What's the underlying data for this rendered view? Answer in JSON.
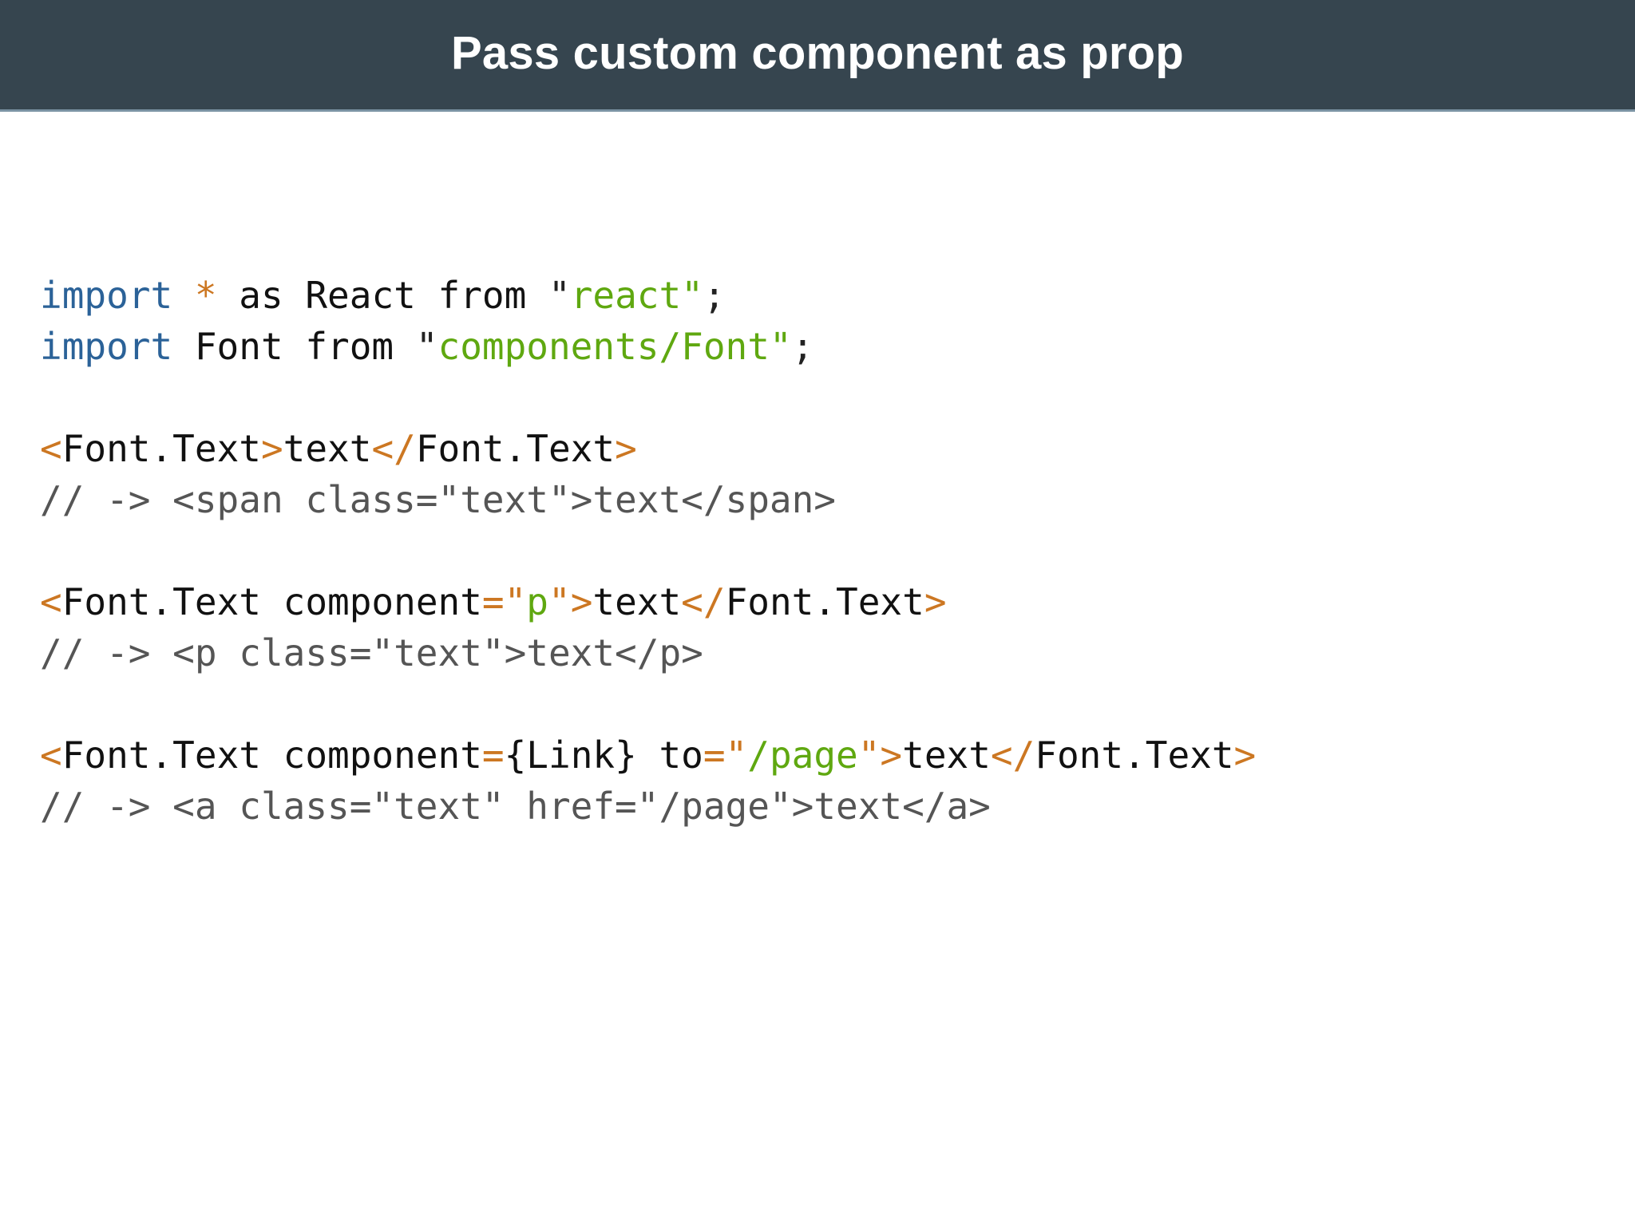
{
  "header": {
    "title": "Pass custom component as prop",
    "background_color": "#36454f",
    "text_color": "#ffffff",
    "border_color": "#7b93a3"
  },
  "palette": {
    "background": "#ffffff",
    "keyword": "#2b6298",
    "operator": "#cc7722",
    "string": "#5fa810",
    "plain": "#111111",
    "comment": "#555555"
  },
  "code": {
    "language": "jsx",
    "lines": [
      {
        "id": "line-import-react",
        "kind": "code",
        "tokens": [
          {
            "text": "import",
            "type": "keyword"
          },
          {
            "text": " ",
            "type": "plain"
          },
          {
            "text": "*",
            "type": "operator"
          },
          {
            "text": " as React from ",
            "type": "plain"
          },
          {
            "text": "\"",
            "type": "punct"
          },
          {
            "text": "react",
            "type": "string"
          },
          {
            "text": "\"",
            "type": "string"
          },
          {
            "text": ";",
            "type": "punct"
          }
        ]
      },
      {
        "id": "line-import-font",
        "kind": "code",
        "tokens": [
          {
            "text": "import",
            "type": "keyword"
          },
          {
            "text": " Font from ",
            "type": "plain"
          },
          {
            "text": "\"",
            "type": "punct"
          },
          {
            "text": "components/Font",
            "type": "string"
          },
          {
            "text": "\"",
            "type": "string"
          },
          {
            "text": ";",
            "type": "punct"
          }
        ]
      },
      {
        "id": "line-blank-1",
        "kind": "blank",
        "tokens": []
      },
      {
        "id": "line-jsx-default",
        "kind": "code",
        "tokens": [
          {
            "text": "<",
            "type": "bracket"
          },
          {
            "text": "Font.Text",
            "type": "plain"
          },
          {
            "text": ">",
            "type": "bracket"
          },
          {
            "text": "text",
            "type": "plain"
          },
          {
            "text": "</",
            "type": "bracket"
          },
          {
            "text": "Font.Text",
            "type": "plain"
          },
          {
            "text": ">",
            "type": "bracket"
          }
        ]
      },
      {
        "id": "line-comment-span",
        "kind": "comment",
        "tokens": [
          {
            "text": "// -> <span class=\"text\">text</span>",
            "type": "comment"
          }
        ]
      },
      {
        "id": "line-blank-2",
        "kind": "blank",
        "tokens": []
      },
      {
        "id": "line-jsx-component-p",
        "kind": "code",
        "tokens": [
          {
            "text": "<",
            "type": "bracket"
          },
          {
            "text": "Font.Text component",
            "type": "plain"
          },
          {
            "text": "=\"",
            "type": "operator"
          },
          {
            "text": "p",
            "type": "string"
          },
          {
            "text": "\">",
            "type": "operator"
          },
          {
            "text": "text",
            "type": "plain"
          },
          {
            "text": "</",
            "type": "bracket"
          },
          {
            "text": "Font.Text",
            "type": "plain"
          },
          {
            "text": ">",
            "type": "bracket"
          }
        ]
      },
      {
        "id": "line-comment-p",
        "kind": "comment",
        "tokens": [
          {
            "text": "// -> <p class=\"text\">text</p>",
            "type": "comment"
          }
        ]
      },
      {
        "id": "line-blank-3",
        "kind": "blank",
        "tokens": []
      },
      {
        "id": "line-jsx-component-link",
        "kind": "code",
        "tokens": [
          {
            "text": "<",
            "type": "bracket"
          },
          {
            "text": "Font.Text component",
            "type": "plain"
          },
          {
            "text": "=",
            "type": "operator"
          },
          {
            "text": "{Link} to",
            "type": "plain"
          },
          {
            "text": "=\"",
            "type": "operator"
          },
          {
            "text": "/page",
            "type": "string"
          },
          {
            "text": "\">",
            "type": "operator"
          },
          {
            "text": "text",
            "type": "plain"
          },
          {
            "text": "</",
            "type": "bracket"
          },
          {
            "text": "Font.Text",
            "type": "plain"
          },
          {
            "text": ">",
            "type": "bracket"
          }
        ]
      },
      {
        "id": "line-comment-a",
        "kind": "comment",
        "tokens": [
          {
            "text": "// -> <a class=\"text\" href=\"/page\">text</a>",
            "type": "comment"
          }
        ]
      }
    ]
  }
}
